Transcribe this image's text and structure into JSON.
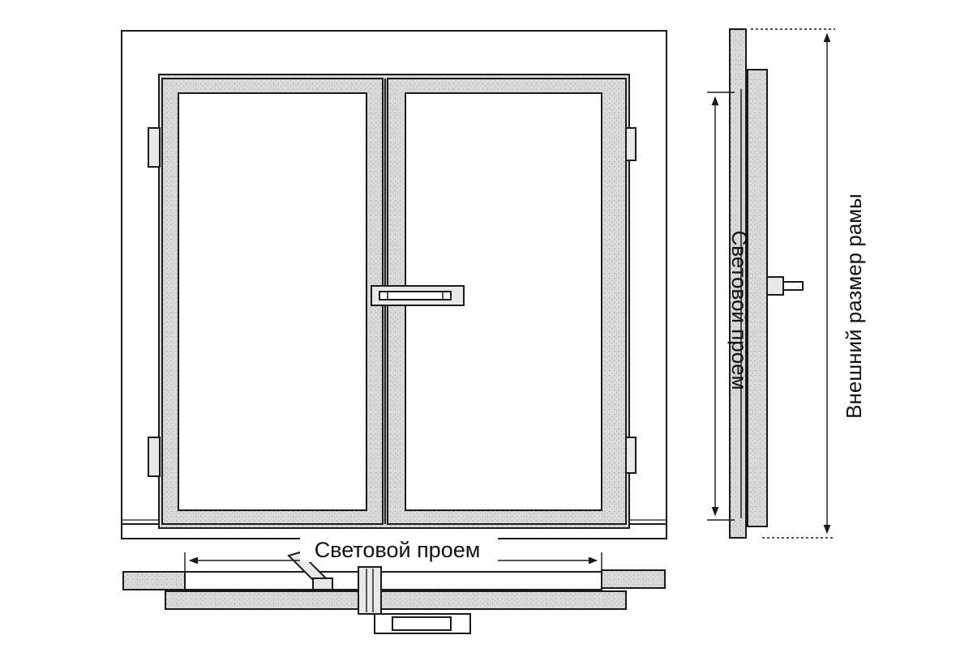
{
  "diagram": {
    "labels": {
      "light_opening_bottom": "Световой проем",
      "light_opening_side": "Световой проем",
      "outer_frame_size": "Внешний размер рамы"
    },
    "colors": {
      "ink": "#1a1a1a",
      "frame_fill": "#d6d6d6",
      "paper": "#ffffff"
    }
  }
}
